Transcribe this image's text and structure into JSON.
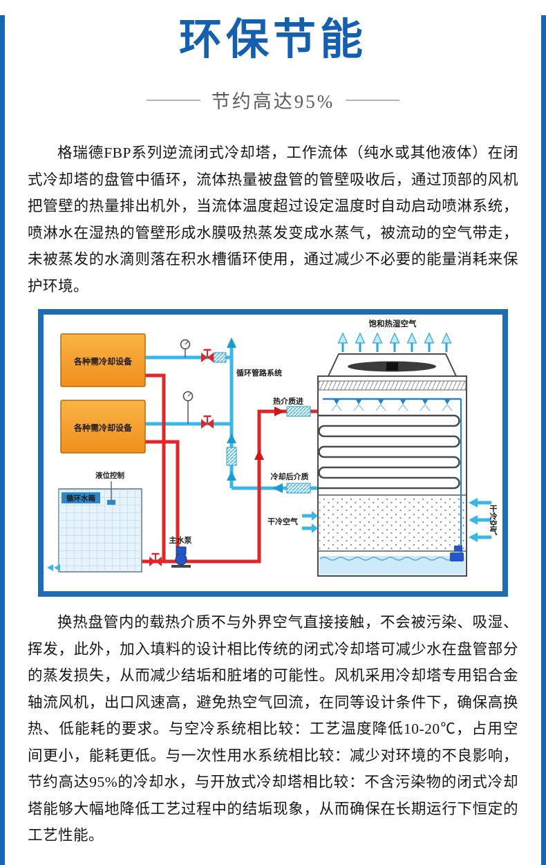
{
  "page": {
    "title": "环保节能",
    "subtitle": "节约高达95%",
    "paragraphs": {
      "intro": "格瑞德FBP系列逆流闭式冷却塔，工作流体（纯水或其他液体）在闭式冷却塔的盘管中循环，流体热量被盘管的管壁吸收后，通过顶部的风机把管壁的热量排出机外，当流体温度超过设定温度时自动启动喷淋系统，喷淋水在湿热的管壁形成水膜吸热蒸发变成水蒸气，被流动的空气带走，未被蒸发的水滴则落在积水槽循环使用，通过减少不必要的能量消耗来保护环境。",
      "detail": "换热盘管内的载热介质不与外界空气直接接触，不会被污染、吸湿、挥发，此外，加入填料的设计相比传统的闭式冷却塔可减少水在盘管部分的蒸发损失，从而减少结垢和脏堵的可能性。风机采用冷却塔专用铝合金轴流风机，出口风速高，避免热空气回流，在同等设计条件下，确保高换热、低能耗的要求。与空冷系统相比较：工艺温度降低10-20℃，占用空间更小，能耗更低。与一次性用水系统相比较：减少对环境的不良影响，节约高达95%的冷却水，与开放式冷却塔相比较：不含污染物的闭式冷却塔能够大幅地降低工艺过程中的结垢现象，从而确保在长期运行下恒定的工艺性能。"
    }
  },
  "diagram": {
    "labels": {
      "equipment_box": "各种需冷却设备",
      "level_control": "液位控制",
      "water_tank": "循环水箱",
      "main_pump": "主水泵",
      "circulation_system": "循环管路系统",
      "hot_medium_in": "热介质进",
      "cooled_medium": "冷却后介质",
      "dry_cold_air_left": "干冷空气",
      "dry_cold_air_right": "干冷空气",
      "saturated_hot_humid_air": "饱和热湿空气"
    },
    "colors": {
      "frame_border": "#1d6db6",
      "hot_pipe": "#e02626",
      "cold_pipe": "#39b7e8",
      "equipment_fill": "#f7a83c",
      "title_blue": "#1460af"
    }
  }
}
